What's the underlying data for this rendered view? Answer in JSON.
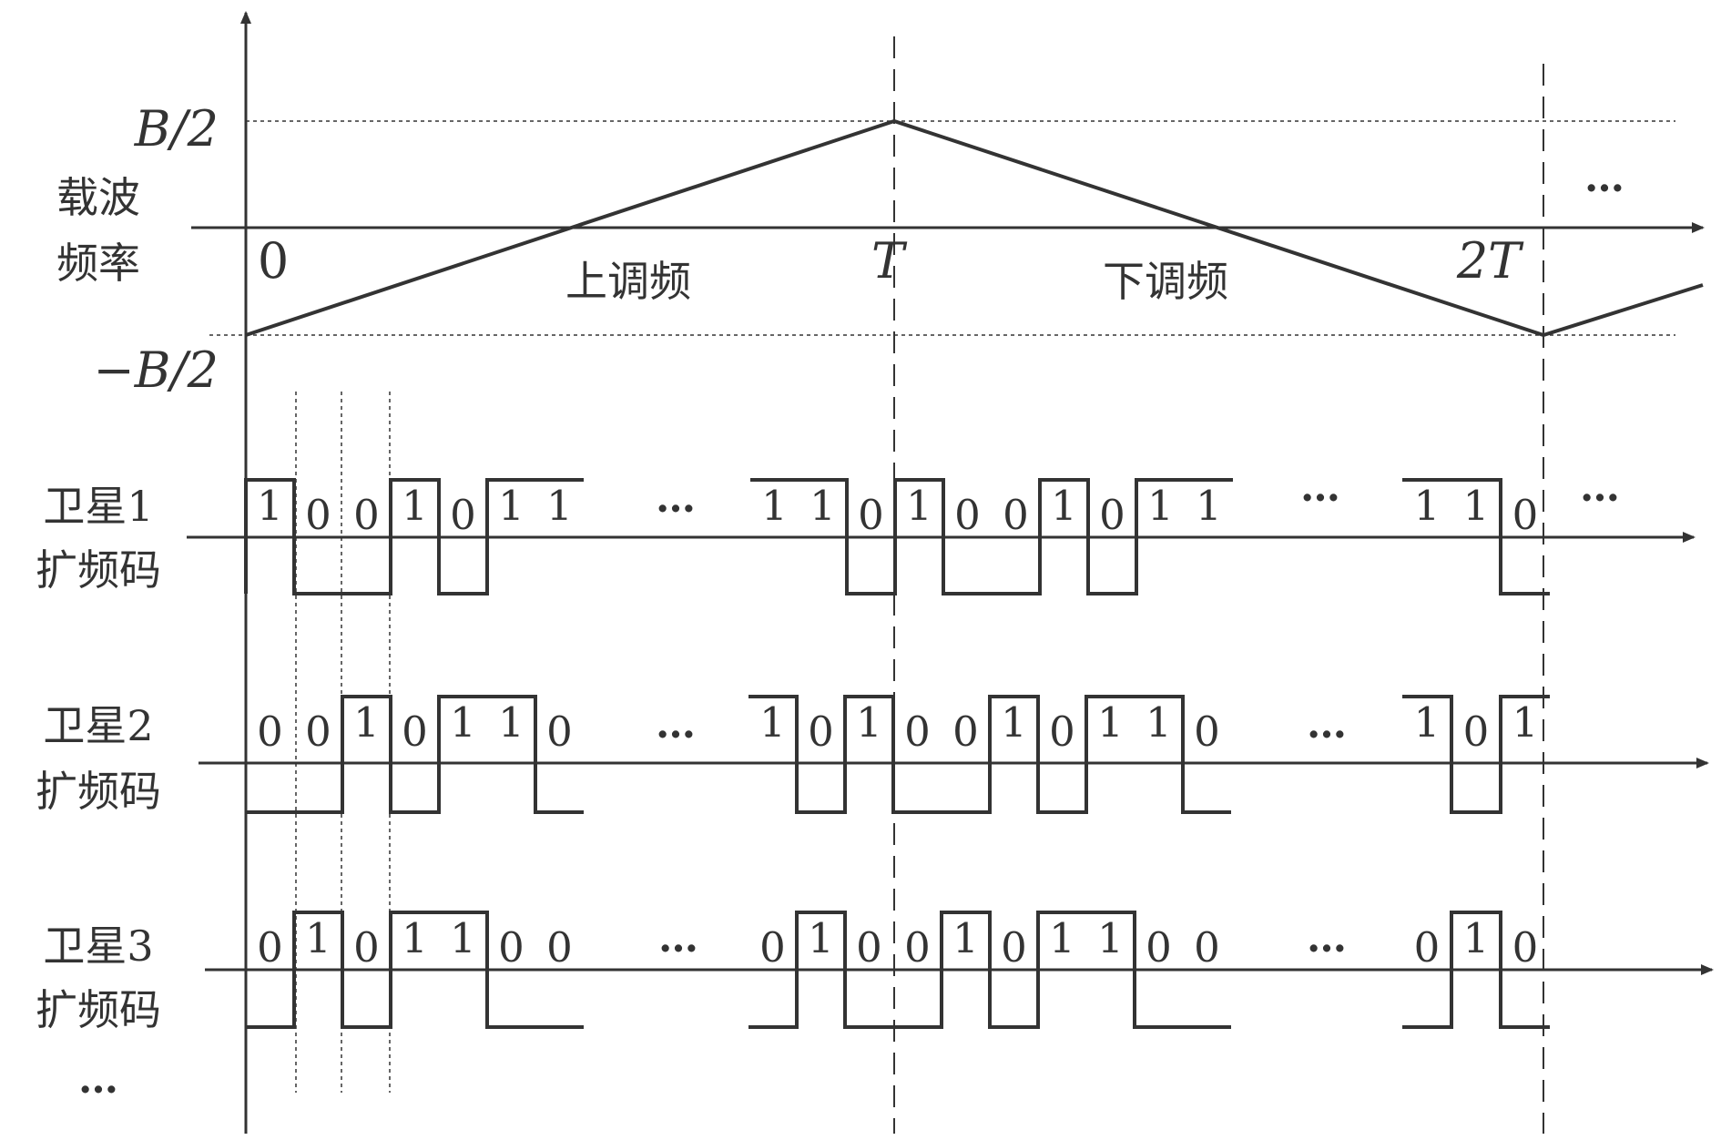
{
  "carrier_label": [
    "载波",
    "频率"
  ],
  "levels": {
    "top": "B/2",
    "bottom": "−B/2"
  },
  "time_labels": {
    "zero": "0",
    "T": "T",
    "two_T": "2T"
  },
  "sweep_labels": {
    "up": "上调频",
    "down": "下调频"
  },
  "ellipsis": "…",
  "bottom_ellipsis": "…",
  "satellites": [
    {
      "label": [
        "卫星1",
        "扩频码"
      ],
      "seg1": [
        "1",
        "0",
        "0",
        "1",
        "0",
        "1",
        "1"
      ],
      "seg2": [
        "1",
        "1",
        "0",
        "1",
        "0",
        "0",
        "1",
        "0",
        "1",
        "1"
      ],
      "seg3": [
        "1",
        "1",
        "0"
      ]
    },
    {
      "label": [
        "卫星2",
        "扩频码"
      ],
      "seg1": [
        "0",
        "0",
        "1",
        "0",
        "1",
        "1",
        "0"
      ],
      "seg2": [
        "1",
        "0",
        "1",
        "0",
        "0",
        "1",
        "0",
        "1",
        "1",
        "0"
      ],
      "seg3": [
        "1",
        "0",
        "1"
      ]
    },
    {
      "label": [
        "卫星3",
        "扩频码"
      ],
      "seg1": [
        "0",
        "1",
        "0",
        "1",
        "1",
        "0",
        "0"
      ],
      "seg2": [
        "0",
        "1",
        "0",
        "0",
        "1",
        "0",
        "1",
        "1",
        "0",
        "0"
      ],
      "seg3": [
        "0",
        "1",
        "0"
      ]
    }
  ],
  "colors": {
    "line": "#333333",
    "background": "#ffffff"
  }
}
